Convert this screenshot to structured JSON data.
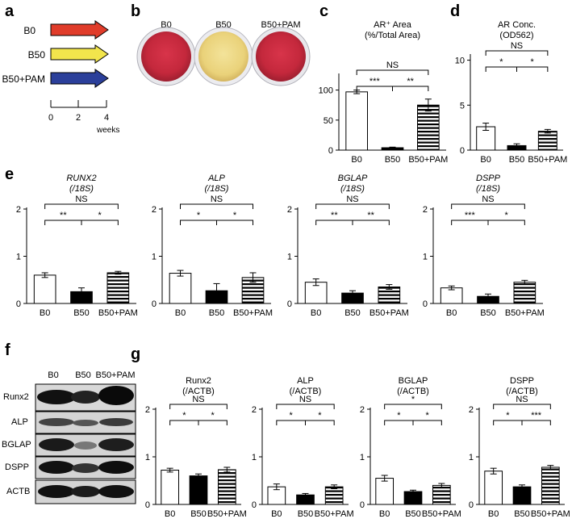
{
  "panels": {
    "a": "a",
    "b": "b",
    "c": "c",
    "d": "d",
    "e": "e",
    "f": "f",
    "g": "g"
  },
  "timeline": {
    "groups": [
      {
        "label": "B0",
        "color": "#e03c2a"
      },
      {
        "label": "B50",
        "color": "#f2e54c"
      },
      {
        "label": "B50+PAM",
        "color": "#2b3f9a"
      }
    ],
    "ticks": [
      "0",
      "2",
      "4"
    ],
    "unit": "weeks"
  },
  "photos": {
    "labels": [
      "B0",
      "B50",
      "B50+PAM"
    ],
    "colors": [
      "#c0283a",
      "#ecd87a",
      "#c8283c"
    ]
  },
  "western": {
    "lanes": [
      "B0",
      "B50",
      "B50+PAM"
    ],
    "bands": [
      "Runx2",
      "ALP",
      "BGLAP",
      "DSPP",
      "ACTB"
    ]
  },
  "chart_data": [
    {
      "id": "c",
      "type": "bar",
      "title": "AR⁺ Area",
      "subtitle": "(%/Total Area)",
      "title_italic": false,
      "categories": [
        "B0",
        "B50",
        "B50+PAM"
      ],
      "values": [
        97,
        4,
        75
      ],
      "errors": [
        3,
        1,
        10
      ],
      "ylim": [
        0,
        125
      ],
      "yticks": [
        0,
        50,
        100
      ],
      "sig": [
        {
          "from": 0,
          "to": 1,
          "level": 0,
          "label": "***"
        },
        {
          "from": 1,
          "to": 2,
          "level": 0,
          "label": "**"
        },
        {
          "from": 0,
          "to": 2,
          "level": 1,
          "label": "NS"
        }
      ]
    },
    {
      "id": "d",
      "type": "bar",
      "title": "AR Conc.",
      "subtitle": "(OD562)",
      "title_italic": false,
      "categories": [
        "B0",
        "B50",
        "B50+PAM"
      ],
      "values": [
        2.6,
        0.5,
        2.1
      ],
      "errors": [
        0.4,
        0.2,
        0.2
      ],
      "ylim": [
        0,
        10.5
      ],
      "yticks": [
        0,
        5,
        10
      ],
      "sig": [
        {
          "from": 0,
          "to": 1,
          "level": 0,
          "label": "*"
        },
        {
          "from": 1,
          "to": 2,
          "level": 0,
          "label": "*"
        },
        {
          "from": 0,
          "to": 2,
          "level": 1,
          "label": "NS"
        }
      ]
    },
    {
      "id": "e1",
      "type": "bar",
      "title": "RUNX2",
      "subtitle": "(/18S)",
      "title_italic": true,
      "categories": [
        "B0",
        "B50",
        "B50+PAM"
      ],
      "values": [
        0.6,
        0.25,
        0.65
      ],
      "errors": [
        0.05,
        0.08,
        0.03
      ],
      "ylim": [
        0,
        2
      ],
      "yticks": [
        0,
        1,
        2
      ],
      "sig": [
        {
          "from": 0,
          "to": 1,
          "level": 0,
          "label": "**"
        },
        {
          "from": 1,
          "to": 2,
          "level": 0,
          "label": "*"
        },
        {
          "from": 0,
          "to": 2,
          "level": 1,
          "label": "NS"
        }
      ]
    },
    {
      "id": "e2",
      "type": "bar",
      "title": "ALP",
      "subtitle": "(/18S)",
      "title_italic": true,
      "categories": [
        "B0",
        "B50",
        "B50+PAM"
      ],
      "values": [
        0.64,
        0.27,
        0.55
      ],
      "errors": [
        0.06,
        0.15,
        0.1
      ],
      "ylim": [
        0,
        2
      ],
      "yticks": [
        0,
        1,
        2
      ],
      "sig": [
        {
          "from": 0,
          "to": 1,
          "level": 0,
          "label": "*"
        },
        {
          "from": 1,
          "to": 2,
          "level": 0,
          "label": "*"
        },
        {
          "from": 0,
          "to": 2,
          "level": 1,
          "label": "NS"
        }
      ]
    },
    {
      "id": "e3",
      "type": "bar",
      "title": "BGLAP",
      "subtitle": "(/18S)",
      "title_italic": true,
      "categories": [
        "B0",
        "B50",
        "B50+PAM"
      ],
      "values": [
        0.45,
        0.22,
        0.35
      ],
      "errors": [
        0.07,
        0.05,
        0.05
      ],
      "ylim": [
        0,
        2
      ],
      "yticks": [
        0,
        1,
        2
      ],
      "sig": [
        {
          "from": 0,
          "to": 1,
          "level": 0,
          "label": "**"
        },
        {
          "from": 1,
          "to": 2,
          "level": 0,
          "label": "**"
        },
        {
          "from": 0,
          "to": 2,
          "level": 1,
          "label": "NS"
        }
      ]
    },
    {
      "id": "e4",
      "type": "bar",
      "title": "DSPP",
      "subtitle": "(/18S)",
      "title_italic": true,
      "categories": [
        "B0",
        "B50",
        "B50+PAM"
      ],
      "values": [
        0.33,
        0.15,
        0.45
      ],
      "errors": [
        0.04,
        0.05,
        0.04
      ],
      "ylim": [
        0,
        2
      ],
      "yticks": [
        0,
        1,
        2
      ],
      "sig": [
        {
          "from": 0,
          "to": 1,
          "level": 0,
          "label": "***"
        },
        {
          "from": 1,
          "to": 2,
          "level": 0,
          "label": "*"
        },
        {
          "from": 0,
          "to": 2,
          "level": 1,
          "label": "NS"
        }
      ]
    },
    {
      "id": "g1",
      "type": "bar",
      "title": "Runx2",
      "subtitle": "(/ACTB)",
      "title_italic": false,
      "categories": [
        "B0",
        "B50",
        "B50+PAM"
      ],
      "values": [
        0.72,
        0.6,
        0.73
      ],
      "errors": [
        0.04,
        0.04,
        0.05
      ],
      "ylim": [
        0,
        2
      ],
      "yticks": [
        0,
        1,
        2
      ],
      "sig": [
        {
          "from": 0,
          "to": 1,
          "level": 0,
          "label": "*"
        },
        {
          "from": 1,
          "to": 2,
          "level": 0,
          "label": "*"
        },
        {
          "from": 0,
          "to": 2,
          "level": 1,
          "label": "NS"
        }
      ]
    },
    {
      "id": "g2",
      "type": "bar",
      "title": "ALP",
      "subtitle": "(/ACTB)",
      "title_italic": false,
      "categories": [
        "B0",
        "B50",
        "B50+PAM"
      ],
      "values": [
        0.37,
        0.2,
        0.37
      ],
      "errors": [
        0.06,
        0.03,
        0.04
      ],
      "ylim": [
        0,
        2
      ],
      "yticks": [
        0,
        1,
        2
      ],
      "sig": [
        {
          "from": 0,
          "to": 1,
          "level": 0,
          "label": "*"
        },
        {
          "from": 1,
          "to": 2,
          "level": 0,
          "label": "*"
        },
        {
          "from": 0,
          "to": 2,
          "level": 1,
          "label": "NS"
        }
      ]
    },
    {
      "id": "g3",
      "type": "bar",
      "title": "BGLAP",
      "subtitle": "(/ACTB)",
      "title_italic": false,
      "categories": [
        "B0",
        "B50",
        "B50+PAM"
      ],
      "values": [
        0.55,
        0.27,
        0.4
      ],
      "errors": [
        0.06,
        0.03,
        0.04
      ],
      "ylim": [
        0,
        2
      ],
      "yticks": [
        0,
        1,
        2
      ],
      "sig": [
        {
          "from": 0,
          "to": 1,
          "level": 0,
          "label": "*"
        },
        {
          "from": 1,
          "to": 2,
          "level": 0,
          "label": "*"
        },
        {
          "from": 0,
          "to": 2,
          "level": 1,
          "label": "*"
        }
      ]
    },
    {
      "id": "g4",
      "type": "bar",
      "title": "DSPP",
      "subtitle": "(/ACTB)",
      "title_italic": false,
      "categories": [
        "B0",
        "B50",
        "B50+PAM"
      ],
      "values": [
        0.7,
        0.37,
        0.78
      ],
      "errors": [
        0.06,
        0.04,
        0.04
      ],
      "ylim": [
        0,
        2
      ],
      "yticks": [
        0,
        1,
        2
      ],
      "sig": [
        {
          "from": 0,
          "to": 1,
          "level": 0,
          "label": "*"
        },
        {
          "from": 1,
          "to": 2,
          "level": 0,
          "label": "***"
        },
        {
          "from": 0,
          "to": 2,
          "level": 1,
          "label": "NS"
        }
      ]
    }
  ]
}
